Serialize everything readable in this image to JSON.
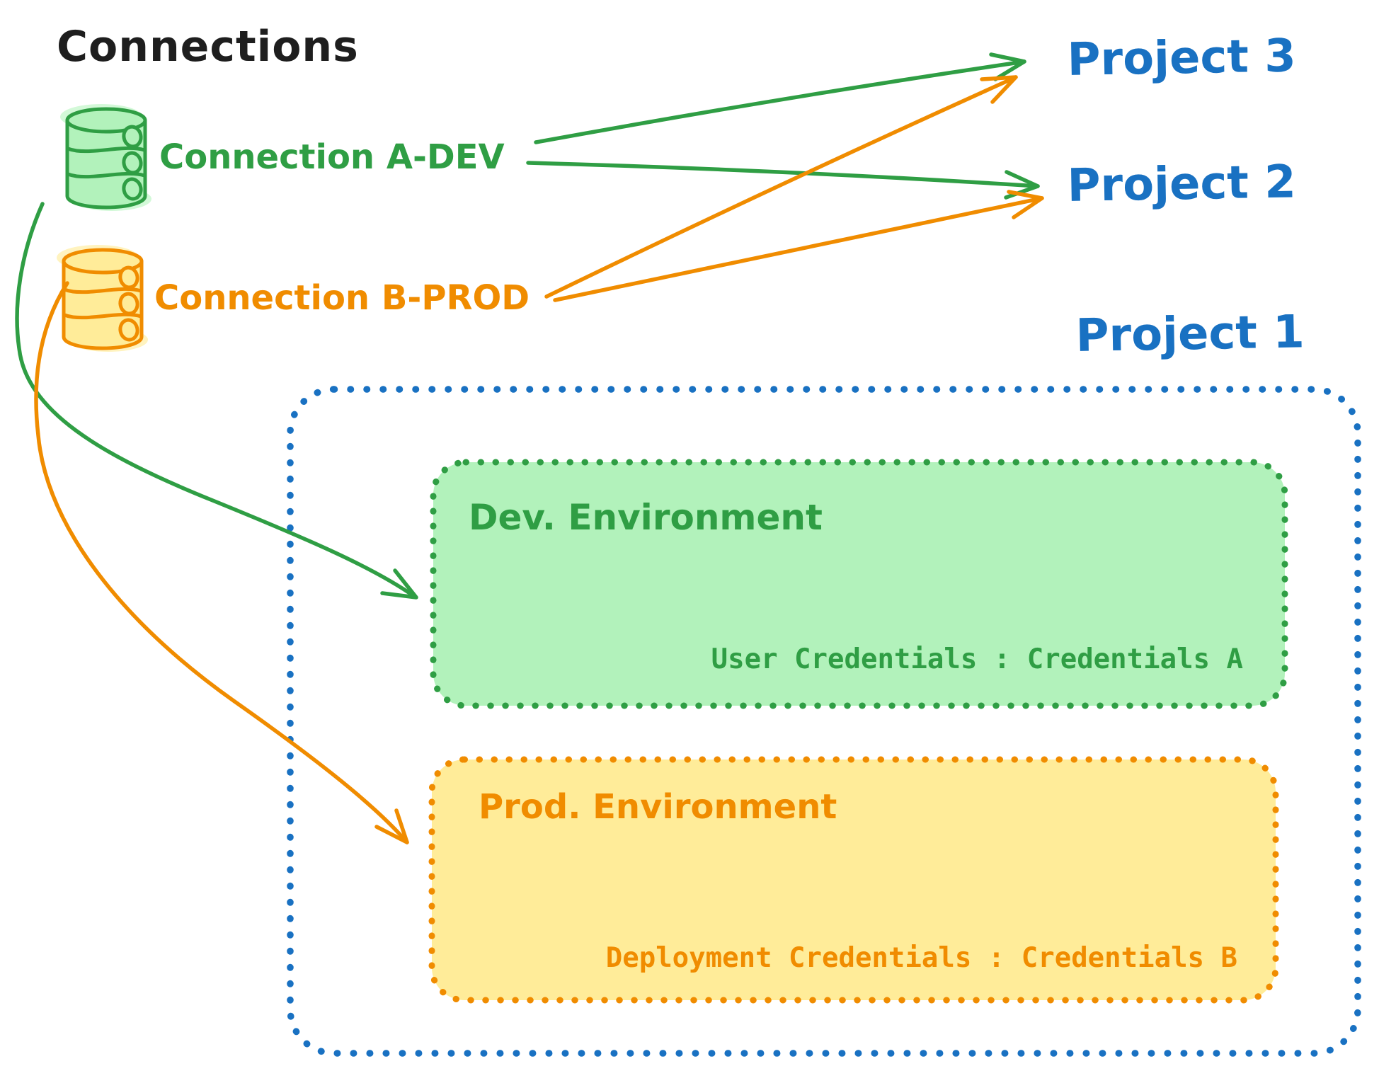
{
  "diagram": {
    "title": "Connections",
    "connections": [
      {
        "id": "a-dev",
        "label": "Connection A-DEV",
        "color": "#2f9e44",
        "icon": "database-icon"
      },
      {
        "id": "b-prod",
        "label": "Connection B-PROD",
        "color": "#f08c00",
        "icon": "database-icon"
      }
    ],
    "projects": [
      {
        "label": "Project 3"
      },
      {
        "label": "Project 2"
      },
      {
        "label": "Project 1"
      }
    ],
    "project1": {
      "environments": [
        {
          "name": "Dev. Environment",
          "credentials": "User Credentials : Credentials A",
          "color": "#2f9e44",
          "fill": "#b2f2bb"
        },
        {
          "name": "Prod. Environment",
          "credentials": "Deployment Credentials : Credentials B",
          "color": "#f08c00",
          "fill": "#ffec99"
        }
      ]
    },
    "edges": [
      {
        "from": "Connection A-DEV",
        "to": "Project 3",
        "color": "#2f9e44",
        "style": "straight-arrow"
      },
      {
        "from": "Connection A-DEV",
        "to": "Project 2",
        "color": "#2f9e44",
        "style": "straight-arrow"
      },
      {
        "from": "Connection B-PROD",
        "to": "Project 3",
        "color": "#f08c00",
        "style": "straight-arrow"
      },
      {
        "from": "Connection B-PROD",
        "to": "Project 2",
        "color": "#f08c00",
        "style": "straight-arrow"
      },
      {
        "from": "Connection A-DEV",
        "to": "Dev. Environment",
        "color": "#2f9e44",
        "style": "curved-arrow"
      },
      {
        "from": "Connection B-PROD",
        "to": "Prod. Environment",
        "color": "#f08c00",
        "style": "curved-arrow"
      }
    ],
    "colors": {
      "title_text": "#1e1e1e",
      "project_text": "#1971c2",
      "project1_border": "#1971c2",
      "dev_stroke": "#2f9e44",
      "dev_fill": "#b2f2bb",
      "dev_shadow": "#d3f9d8",
      "prod_stroke": "#f08c00",
      "prod_fill": "#ffec99",
      "prod_shadow": "#fff3bf",
      "background": "#ffffff"
    }
  }
}
